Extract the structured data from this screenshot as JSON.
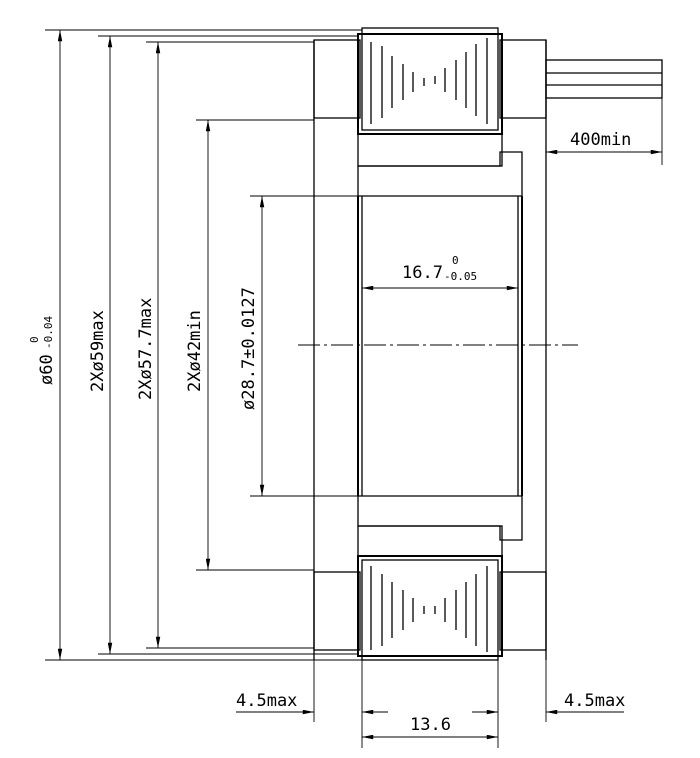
{
  "drawing": {
    "dimensions": {
      "outer_dia": "ø60",
      "outer_dia_upper_tol": "0",
      "outer_dia_lower_tol": "-0.04",
      "dia_59": "2Xø59max",
      "dia_57": "2Xø57.7max",
      "dia_42": "2Xø42min",
      "bore": "ø28.7±0.0127",
      "width": "16.7",
      "width_upper_tol": "0",
      "width_lower_tol": "-0.05",
      "lead_length": "400min",
      "left_offset": "4.5max",
      "right_offset": "4.5max",
      "coil_width": "13.6"
    }
  }
}
